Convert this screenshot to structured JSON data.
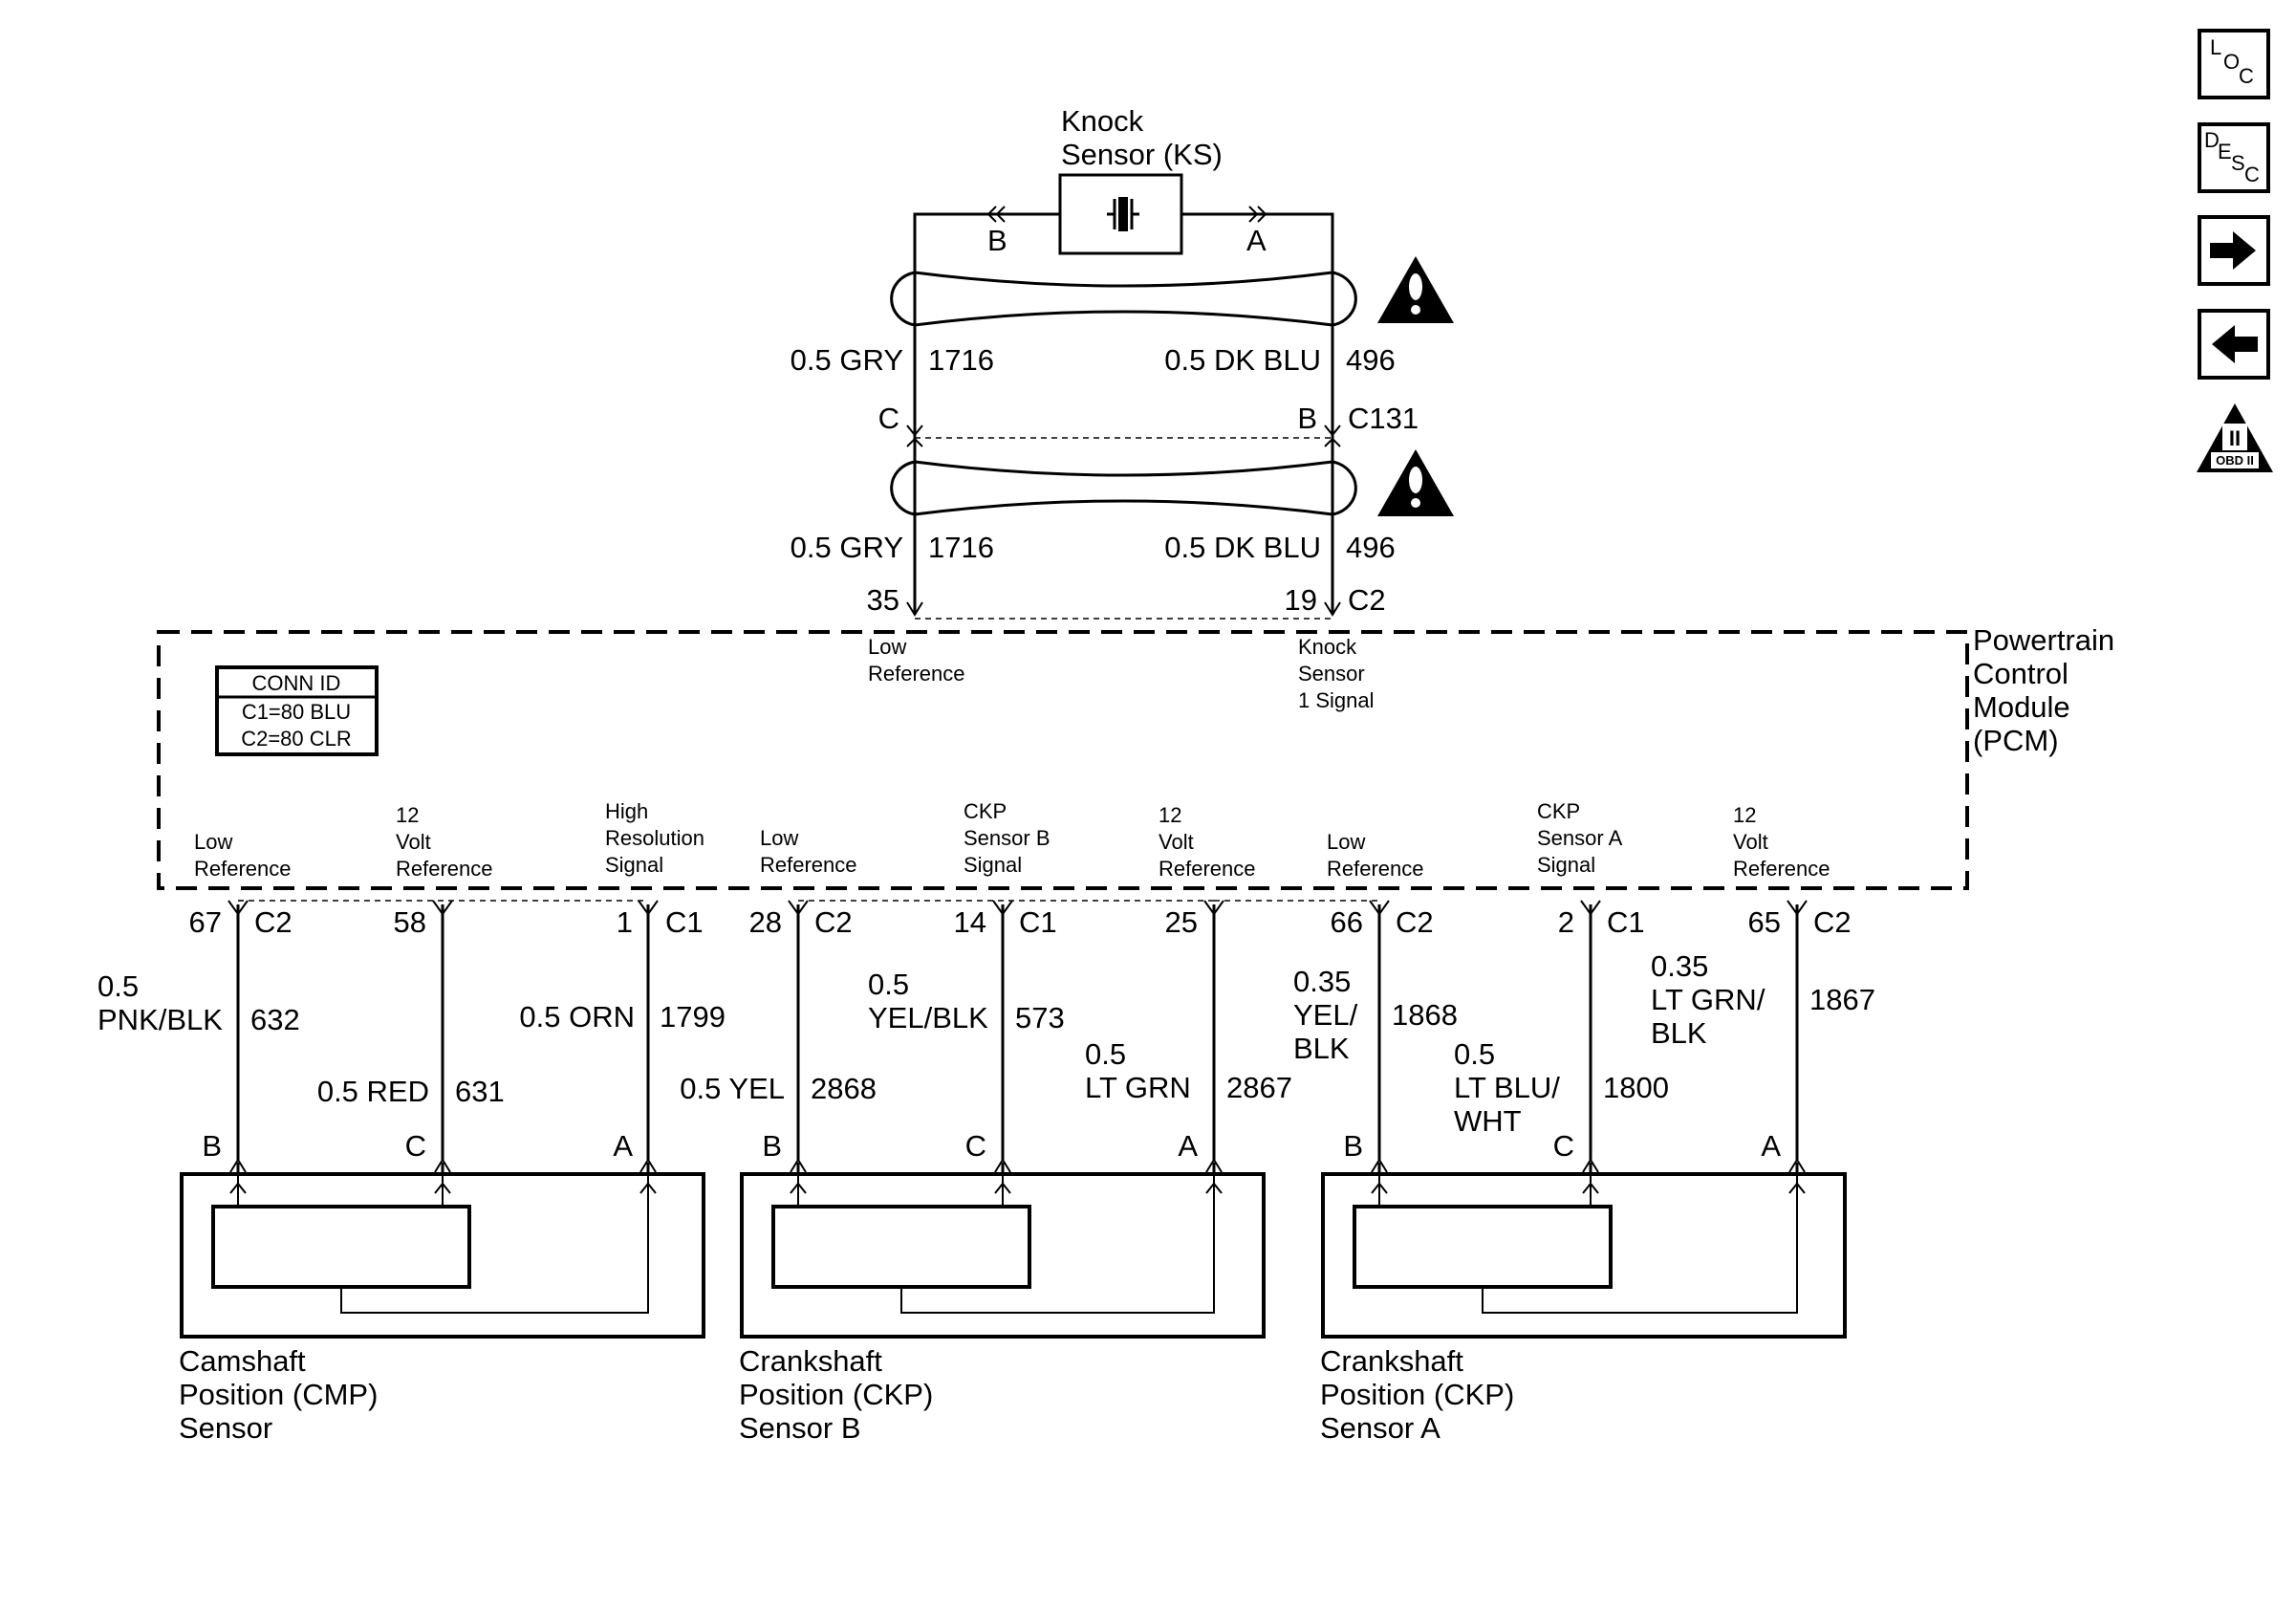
{
  "knock_sensor": {
    "name_line1": "Knock",
    "name_line2": "Sensor (KS)",
    "terminal_left": "B",
    "terminal_right": "A"
  },
  "ks_harness": {
    "upper": {
      "left_wire_color": "0.5 GRY",
      "left_circuit": "1716",
      "right_wire_color": "0.5 DK BLU",
      "right_circuit": "496"
    },
    "connector_c131": {
      "pin_left": "C",
      "pin_right": "B",
      "id": "C131"
    },
    "lower": {
      "left_wire_color": "0.5 GRY",
      "left_circuit": "1716",
      "right_wire_color": "0.5 DK BLU",
      "right_circuit": "496"
    },
    "pcm_pins": {
      "left_pin": "35",
      "right_pin": "19",
      "connector": "C2"
    }
  },
  "pcm": {
    "name_lines": [
      "Powertrain",
      "Control",
      "Module",
      "(PCM)"
    ],
    "conn_id": {
      "title": "CONN ID",
      "line1": "C1=80 BLU",
      "line2": "C2=80 CLR"
    },
    "ks_labels": {
      "low_reference": [
        "Low",
        "Reference"
      ],
      "knock_signal": [
        "Knock",
        "Sensor",
        "1 Signal"
      ]
    },
    "bottom_terminals": [
      {
        "label": [
          "",
          "Low",
          "Reference"
        ],
        "pin": "67",
        "connector": "C2",
        "wire_color": [
          "0.5",
          "PNK/BLK"
        ],
        "circuit": "632",
        "sensor_pin": "B"
      },
      {
        "label": [
          "12",
          "Volt",
          "Reference"
        ],
        "pin": "58",
        "connector": "",
        "wire_color": [
          "0.5 RED"
        ],
        "circuit": "631",
        "sensor_pin": "C"
      },
      {
        "label": [
          "High",
          "Resolution",
          "Signal"
        ],
        "pin": "1",
        "connector": "C1",
        "wire_color": [
          "0.5 ORN"
        ],
        "circuit": "1799",
        "sensor_pin": "A"
      },
      {
        "label": [
          "",
          "Low",
          "Reference"
        ],
        "pin": "28",
        "connector": "C2",
        "wire_color": [
          "0.5 YEL"
        ],
        "circuit": "2868",
        "sensor_pin": "B"
      },
      {
        "label": [
          "CKP",
          "Sensor B",
          "Signal"
        ],
        "pin": "14",
        "connector": "C1",
        "wire_color": [
          "0.5",
          "YEL/BLK"
        ],
        "circuit": "573",
        "sensor_pin": "C"
      },
      {
        "label": [
          "12",
          "Volt",
          "Reference"
        ],
        "pin": "25",
        "connector": "",
        "wire_color": [
          "0.5",
          "LT GRN"
        ],
        "circuit": "2867",
        "sensor_pin": "A"
      },
      {
        "label": [
          "",
          "Low",
          "Reference"
        ],
        "pin": "66",
        "connector": "C2",
        "wire_color": [
          "0.35",
          "YEL/",
          "BLK"
        ],
        "circuit": "1868",
        "sensor_pin": "B"
      },
      {
        "label": [
          "CKP",
          "Sensor A",
          "Signal"
        ],
        "pin": "2",
        "connector": "C1",
        "wire_color": [
          "0.5",
          "LT BLU/",
          "WHT"
        ],
        "circuit": "1800",
        "sensor_pin": "C"
      },
      {
        "label": [
          "12",
          "Volt",
          "Reference"
        ],
        "pin": "65",
        "connector": "C2",
        "wire_color": [
          "0.35",
          "LT GRN/",
          "BLK"
        ],
        "circuit": "1867",
        "sensor_pin": "A"
      }
    ]
  },
  "sensors": [
    {
      "name_lines": [
        "Camshaft",
        "Position (CMP)",
        "Sensor"
      ]
    },
    {
      "name_lines": [
        "Crankshaft",
        "Position (CKP)",
        "Sensor B"
      ]
    },
    {
      "name_lines": [
        "Crankshaft",
        "Position (CKP)",
        "Sensor A"
      ]
    }
  ],
  "nav_buttons": [
    {
      "label": [
        "L",
        "O",
        "C"
      ],
      "icon": "loc-icon"
    },
    {
      "label": [
        "D",
        "E",
        "S",
        "C"
      ],
      "icon": "desc-icon"
    },
    {
      "label": [],
      "icon": "arrow-right-icon"
    },
    {
      "label": [],
      "icon": "arrow-left-icon"
    },
    {
      "label": [
        "II",
        "OBD II"
      ],
      "icon": "obd-ii-icon"
    }
  ]
}
